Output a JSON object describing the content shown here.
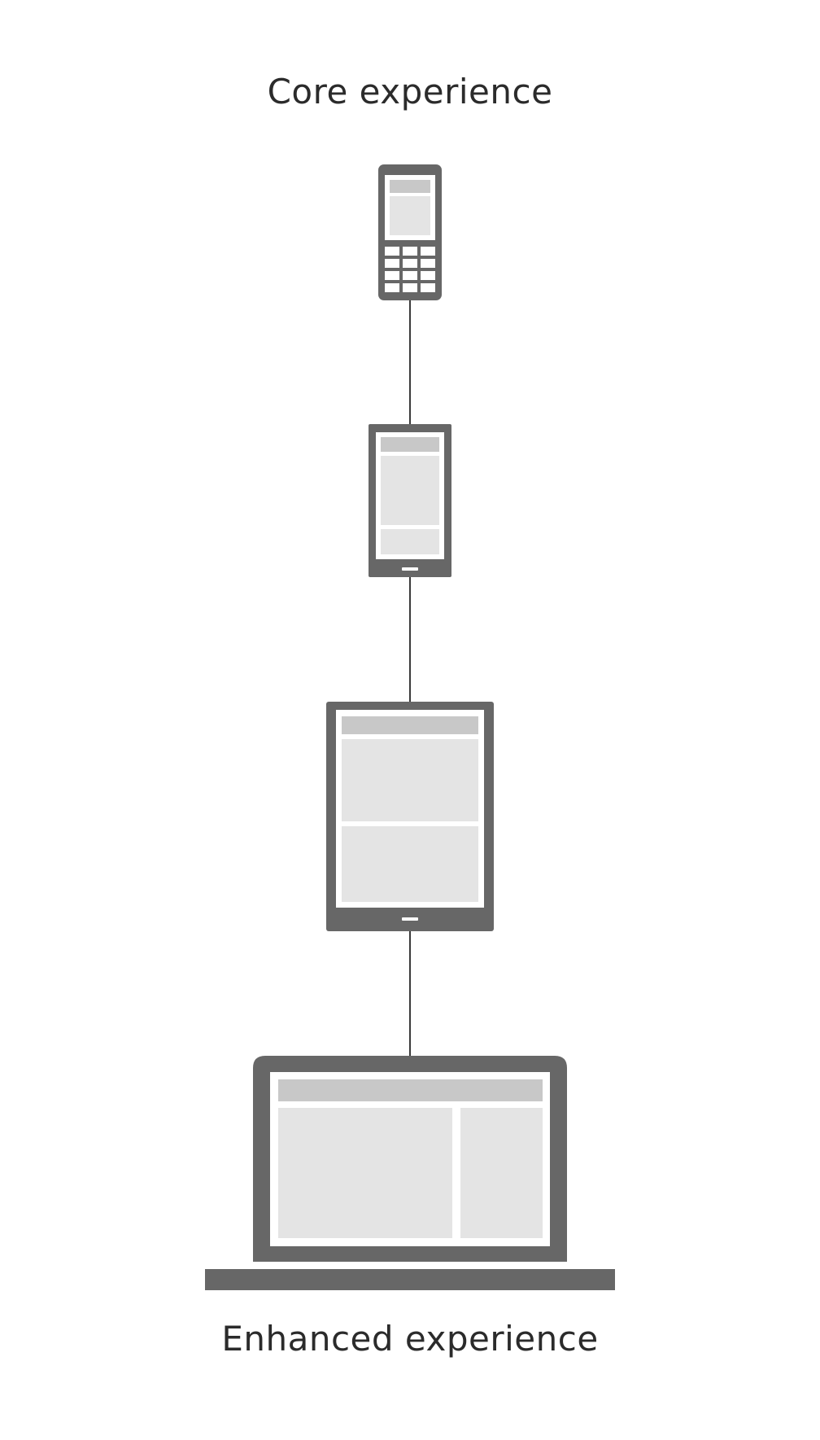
{
  "diagram": {
    "top_label": "Core experience",
    "bottom_label": "Enhanced experience",
    "colors": {
      "device_frame": "#676767",
      "screen_bg": "#ffffff",
      "header_block": "#c8c8c8",
      "content_block": "#e4e4e4",
      "connector": "#3a3a3a",
      "text": "#2b2b2b"
    },
    "devices": [
      {
        "name": "feature-phone",
        "icon": "feature-phone-icon"
      },
      {
        "name": "smartphone",
        "icon": "smartphone-icon"
      },
      {
        "name": "tablet",
        "icon": "tablet-icon"
      },
      {
        "name": "laptop",
        "icon": "laptop-icon"
      }
    ]
  }
}
